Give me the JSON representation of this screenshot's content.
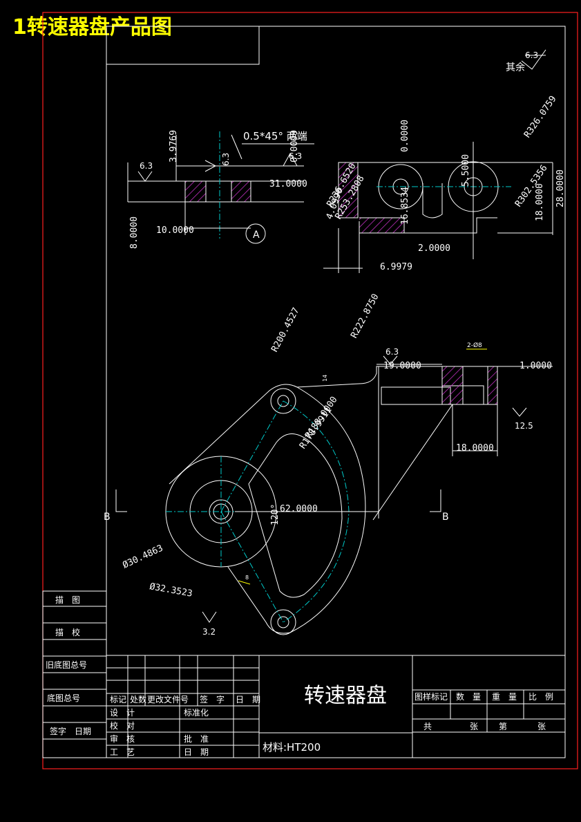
{
  "banner_title": "1转速器盘产品图",
  "surface_notes": {
    "rest_label": "其余",
    "rest_value": "6.3",
    "roughness_a": "6.3",
    "roughness_b": "6.3",
    "roughness_c": "6.3",
    "roughness_d": "6.3",
    "roughness_e": "12.5",
    "roughness_f": "3.2"
  },
  "chamfer_note": "0.5*45° 两端",
  "section_label_a": "A",
  "section_label_b1": "B",
  "section_label_b2": "B",
  "dims_top": {
    "d_3_9769": "3.9769",
    "d_31": "31.0000",
    "d_10": "10.0000",
    "d_8": "8.0000",
    "d_0_0099": "0.0099",
    "d_0": "0.0000",
    "d_5_5": "5.5000",
    "d_r236": "R236.6520",
    "d_r253": "R253.2808",
    "d_4_099": "4.0990",
    "d_16_8": "16.8534",
    "d_2": "2.0000",
    "d_6_9979": "6.9979",
    "d_r326": "R326.0759",
    "d_r302": "R302.5356",
    "d_18": "18.0000",
    "d_28": "28.0000"
  },
  "dims_main": {
    "r200": "R200.4527",
    "r222": "R222.8750",
    "r178": "R178.9911",
    "r188": "R188.0000",
    "d19": "19.0000",
    "d1": "1.0000",
    "d18": "18.0000",
    "d62": "62.0000",
    "a120": "120°",
    "phi30": "Ø30.4863",
    "phi32": "Ø32.3523",
    "phi8": "2-Ø8",
    "d14": "14",
    "d8b": "8"
  },
  "title_block": {
    "part_name": "转速器盘",
    "material": "材料:HT200",
    "left_rows": [
      "描　图",
      "描　校",
      "旧底图总号",
      "底图总号",
      "签字　日期"
    ],
    "header_cols": [
      "标记",
      "处数",
      "更改文件号",
      "签　字",
      "日　期"
    ],
    "roles": [
      "设　计",
      "校　对",
      "审　核",
      "工　艺"
    ],
    "roles_mid": [
      "标准化",
      "批　准",
      "日　期"
    ],
    "right_header": [
      "图样标记",
      "数　量",
      "重　量",
      "比　例"
    ],
    "right_footer": [
      "共",
      "张",
      "第",
      "张"
    ]
  },
  "colors": {
    "background": "#000000",
    "lines": "#ffffff",
    "centerline": "#00cccc",
    "border": "#ff2020",
    "banner": "#ffff00",
    "hatch": "#cc33cc"
  }
}
